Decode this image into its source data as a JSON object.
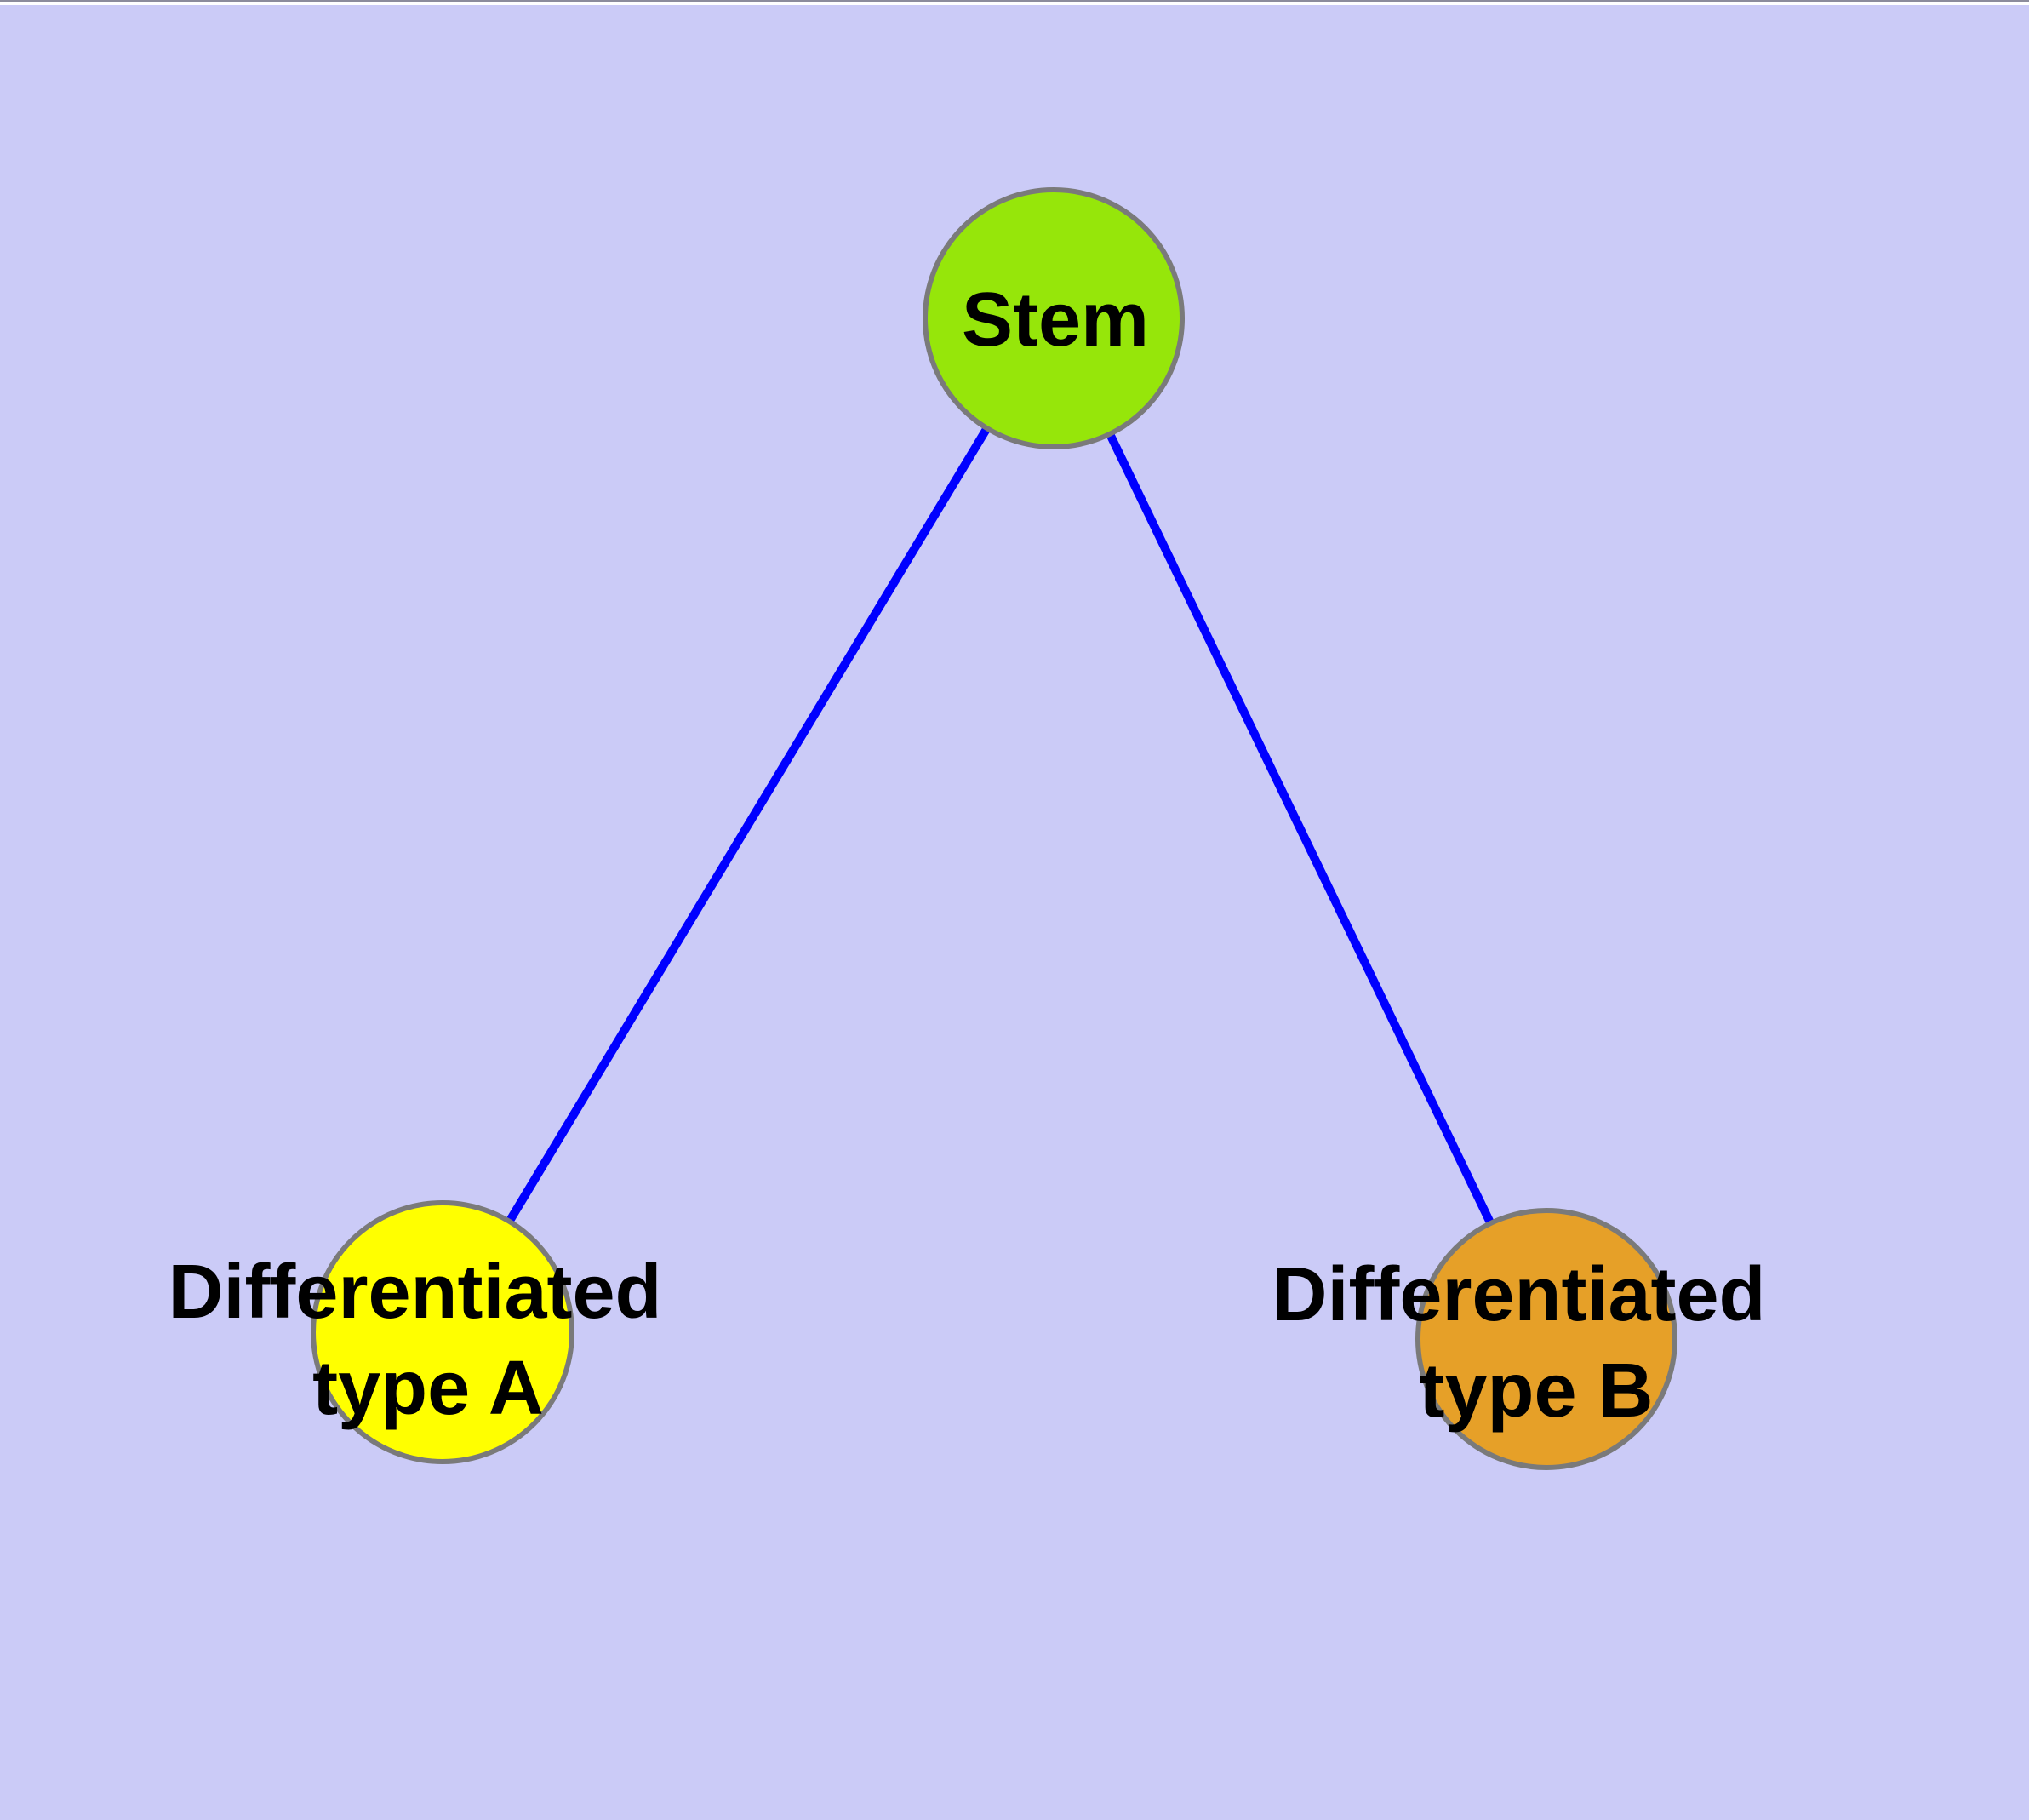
{
  "diagram": {
    "background_color": "#CBCBF7",
    "top_strip_color": "#ffffff",
    "top_edge_line_color": "#8c8c9c",
    "edge_color": "#0000FF",
    "node_stroke_color": "#7A7A7A",
    "label_color": "#000000",
    "nodes": {
      "stem": {
        "label": "Stem",
        "fill": "#96E60A"
      },
      "type_a": {
        "label_line1": "Differentiated",
        "label_line2": "type A",
        "fill": "#FFFF00"
      },
      "type_b": {
        "label_line1": "Differentiated",
        "label_line2": "type B",
        "fill": "#E6A028"
      }
    },
    "edges": [
      {
        "from": "Stem",
        "to": "Differentiated type A"
      },
      {
        "from": "Stem",
        "to": "Differentiated type B"
      }
    ]
  }
}
